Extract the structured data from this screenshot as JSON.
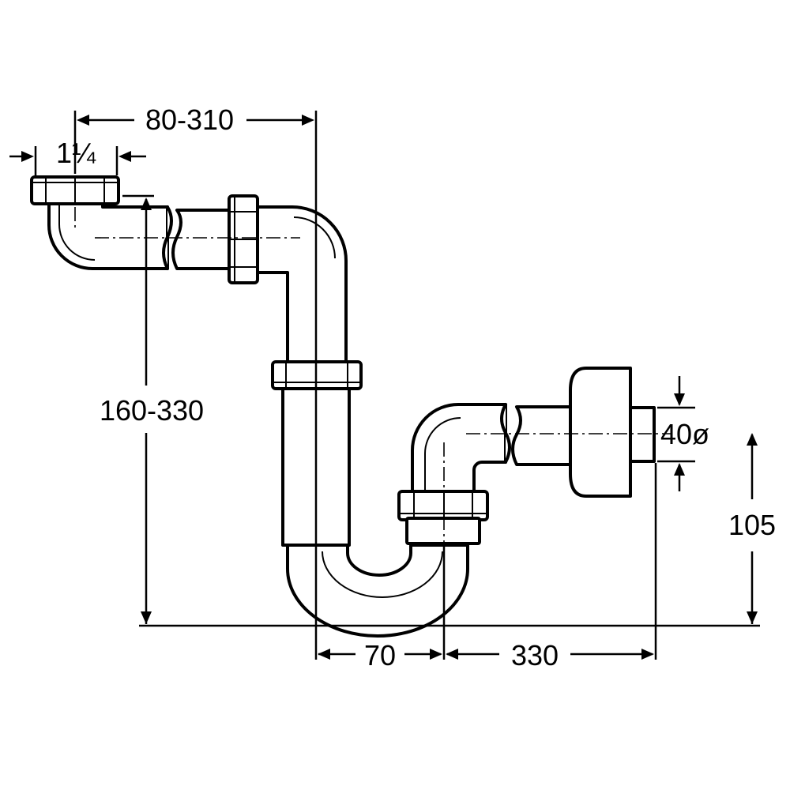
{
  "dimensions": {
    "inlet_thread": "1¼",
    "offset_horizontal": "80-310",
    "height_range": "160-330",
    "outlet_diameter": "40ø",
    "trap_spacing": "70",
    "outlet_length": "330",
    "outlet_height": "105"
  },
  "colors": {
    "line": "#000000",
    "background": "#ffffff"
  }
}
